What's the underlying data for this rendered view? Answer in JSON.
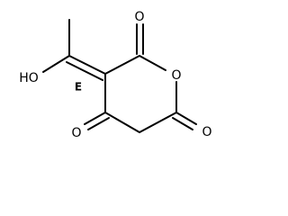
{
  "molecule": {
    "atoms": {
      "hydroxyl_oxygen": "HO",
      "ring_oxygen": "O",
      "carbonyl_oxygen_top": "O",
      "carbonyl_oxygen_bottom_left": "O",
      "carbonyl_oxygen_bottom_right": "O"
    },
    "stereo_descriptor": "E",
    "colors": {
      "bond": "#000000",
      "label": "#000000",
      "background": "#ffffff"
    }
  }
}
